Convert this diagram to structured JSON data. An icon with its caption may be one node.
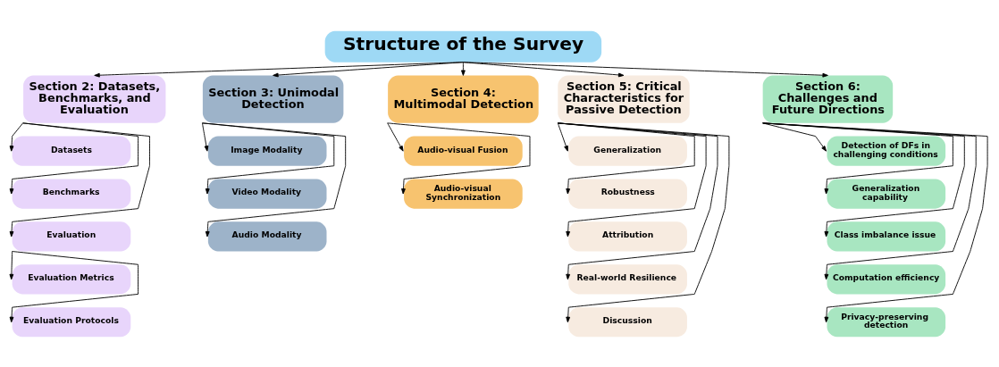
{
  "diagram": {
    "nodes": [
      {
        "text": [
          "Structure of the Survey"
        ]
      },
      {
        "text": [
          "Section 2: Datasets, Benchmarks, and Evaluation"
        ]
      },
      {
        "text": [
          "Datasets"
        ]
      },
      {
        "text": [
          "Benchmarks"
        ]
      },
      {
        "text": [
          "Evaluation"
        ]
      },
      {
        "text": [
          "Evaluation Metrics"
        ]
      },
      {
        "text": [
          "Evaluation Protocols"
        ]
      },
      {
        "text": [
          "Section 3: Unimodal Detection"
        ]
      },
      {
        "text": [
          "Image Modality"
        ]
      },
      {
        "text": [
          "Video Modality"
        ]
      },
      {
        "text": [
          "Audio Modality"
        ]
      },
      {
        "text": [
          "Section 4: Multimodal Detection"
        ]
      },
      {
        "text": [
          "Audio-visual Fusion"
        ]
      },
      {
        "text": [
          "Audio-visual Synchronization"
        ]
      },
      {
        "text": [
          "Section 5: Critical Characteristics for Passive Detection"
        ]
      },
      {
        "text": [
          "Generalization"
        ]
      },
      {
        "text": [
          "Robustness"
        ]
      },
      {
        "text": [
          "Attribution"
        ]
      },
      {
        "text": [
          "Real-world Resilience"
        ]
      },
      {
        "text": [
          "Discussion"
        ]
      },
      {
        "text": [
          "Section 6: Challenges and Future Directions"
        ]
      },
      {
        "text": [
          "Detection of DFs in challenging conditions"
        ]
      },
      {
        "text": [
          "Generalization capability"
        ]
      },
      {
        "text": [
          "Class imbalance issue"
        ]
      },
      {
        "text": [
          "Computation efficiency"
        ]
      },
      {
        "text": [
          "Privacy-preserving detection"
        ]
      }
    ],
    "edges": [
      {
        "from": 0,
        "to": 1,
        "arrow": "to"
      },
      {
        "from": 0,
        "to": 7,
        "arrow": "to"
      },
      {
        "from": 0,
        "to": 11,
        "arrow": "to"
      },
      {
        "from": 0,
        "to": 14,
        "arrow": "to"
      },
      {
        "from": 0,
        "to": 20,
        "arrow": "to"
      },
      {
        "from": 1,
        "to": 2,
        "arrow": "to"
      },
      {
        "from": 1,
        "to": 3,
        "arrow": "to"
      },
      {
        "from": 1,
        "to": 4,
        "arrow": "to"
      },
      {
        "from": 4,
        "to": 5,
        "arrow": "to"
      },
      {
        "from": 4,
        "to": 6,
        "arrow": "to"
      },
      {
        "from": 7,
        "to": 8,
        "arrow": "to"
      },
      {
        "from": 7,
        "to": 9,
        "arrow": "to"
      },
      {
        "from": 7,
        "to": 10,
        "arrow": "to"
      },
      {
        "from": 11,
        "to": 12,
        "arrow": "to"
      },
      {
        "from": 11,
        "to": 13,
        "arrow": "to"
      },
      {
        "from": 14,
        "to": 15,
        "arrow": "to"
      },
      {
        "from": 14,
        "to": 16,
        "arrow": "to"
      },
      {
        "from": 14,
        "to": 17,
        "arrow": "to"
      },
      {
        "from": 14,
        "to": 18,
        "arrow": "to"
      },
      {
        "from": 14,
        "to": 19,
        "arrow": "to"
      },
      {
        "from": 20,
        "to": 21,
        "arrow": "to"
      },
      {
        "from": 20,
        "to": 22,
        "arrow": "to"
      },
      {
        "from": 20,
        "to": 23,
        "arrow": "to"
      },
      {
        "from": 20,
        "to": 24,
        "arrow": "to"
      },
      {
        "from": 20,
        "to": 25,
        "arrow": "to"
      }
    ]
  }
}
